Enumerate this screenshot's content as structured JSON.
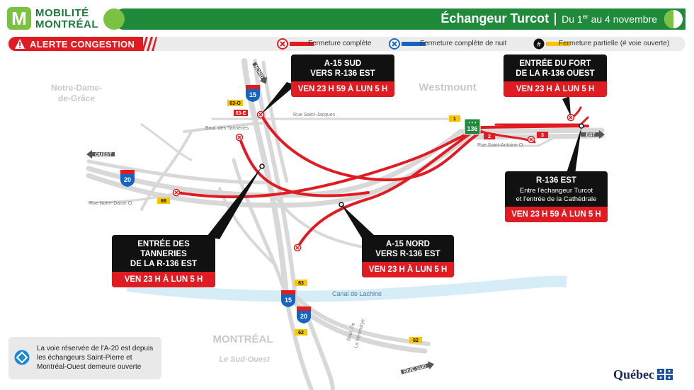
{
  "brand": {
    "logo_letter": "M",
    "logo_line1": "MOBILITÉ",
    "logo_line2": "MONTRÉAL",
    "accent_green": "#7cc242",
    "dark_green": "#1e8a3a"
  },
  "header": {
    "title": "Échangeur Turcot",
    "date_prefix": "Du 1",
    "date_sup": "er",
    "date_suffix": " au 4 novembre"
  },
  "alert": {
    "label": "ALERTE CONGESTION",
    "icon": "warning-icon",
    "color": "#e11b22"
  },
  "legend": {
    "full": {
      "label": "Fermeture complète",
      "color": "#e11b22",
      "icon": "x-circle-icon"
    },
    "night": {
      "label": "Fermeture complète de nuit",
      "color": "#1565c0",
      "icon": "x-circle-icon"
    },
    "partial": {
      "label": "Fermeture partielle (# voie ouverte)",
      "color": "#f7c600",
      "icon": "hash-circle-icon"
    }
  },
  "places": {
    "ndg": "Notre-Dame-\nde-Grâce",
    "westmount": "Westmount",
    "montreal": "MONTRÉAL",
    "sud_ouest": "Le Sud-Ouest",
    "canal": "Canal de Lachine"
  },
  "streets": {
    "saint_jacques": "Rue Saint-Jacques",
    "tanneries": "Boul. des Tanneries",
    "saint_antoine": "Rue Saint-Antoine O.",
    "notre_dame": "Rue Notre-Dame O.",
    "verendrye_1": "Boul. De",
    "verendrye_2": "La Vérendrye"
  },
  "directions": {
    "ouest": "OUEST",
    "est": "EST",
    "nord": "NORD",
    "rive_sud": "RIVE-SUD"
  },
  "shields": {
    "a15_top": "15",
    "a15_bottom": "15",
    "a20_left": "20",
    "a20_bottom": "20",
    "r136": "136"
  },
  "exits": {
    "e63o": "63-O",
    "e63e": "63-E",
    "e68": "68",
    "e63": "63",
    "e62a": "62",
    "e62b": "62",
    "e1": "1",
    "e2": "2",
    "e3": "3"
  },
  "callouts": {
    "a15_sud": {
      "line1": "A-15 SUD",
      "line2": "VERS R-136 EST",
      "footer": "VEN 23 H 59 À LUN 5 H"
    },
    "fort": {
      "line1": "ENTRÉE DU FORT",
      "line2": "DE LA R-136 OUEST",
      "footer": "VEN 23 H À LUN 5 H"
    },
    "r136_est": {
      "line1": "R-136 EST",
      "sub1": "Entre l'échangeur Turcot",
      "sub2": "et l'entrée de la Cathédrale",
      "footer": "VEN 23 H 59 À LUN 5 H"
    },
    "tanneries": {
      "line1": "ENTRÉE DES TANNERIES",
      "line2": "DE LA R-136 EST",
      "footer": "VEN 23 H À LUN 5 H"
    },
    "a15_nord": {
      "line1": "A-15 NORD",
      "line2": "VERS R-136 EST",
      "footer": "VEN 23 H À LUN 5 H"
    }
  },
  "note": {
    "text": "La voie réservée de l'A-20 est depuis les échangeurs Saint-Pierre et Montréal-Ouest demeure ouverte",
    "icon": "reserved-lane-diamond-icon"
  },
  "footer": {
    "government": "Québec",
    "flag_icon": "fleur-de-lis-icon"
  }
}
